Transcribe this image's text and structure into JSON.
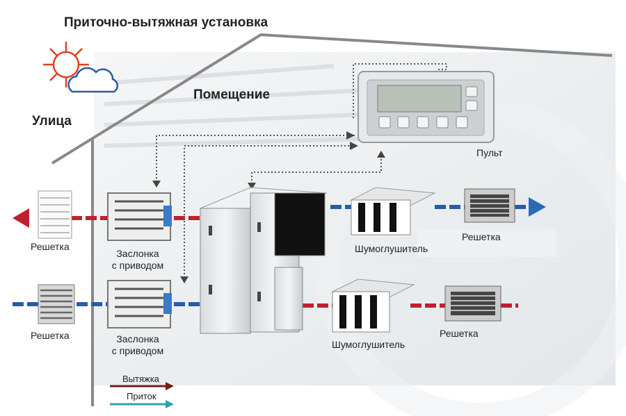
{
  "title": "Приточно-вытяжная установка",
  "zones": {
    "outside": "Улица",
    "room": "Помещение"
  },
  "labels": {
    "grille_out_top": "Решетка",
    "grille_out_bottom": "Решетка",
    "damper_top_1": "Заслонка",
    "damper_top_2": "с приводом",
    "damper_bottom_1": "Заслонка",
    "damper_bottom_2": "с приводом",
    "silencer_top": "Шумоглушитель",
    "silencer_bottom": "Шумоглушитель",
    "grille_in_top": "Решетка",
    "grille_in_bottom": "Решетка",
    "remote": "Пульт"
  },
  "legend": {
    "exhaust": "Вытяжка",
    "supply": "Приток"
  },
  "colors": {
    "exhaust": "#c0202e",
    "supply": "#2a5aa8",
    "legend_exhaust": "#7a1a1a",
    "legend_supply": "#2aa0b0",
    "sky": "#e04020"
  },
  "icons": [
    "sun-cloud-icon"
  ]
}
